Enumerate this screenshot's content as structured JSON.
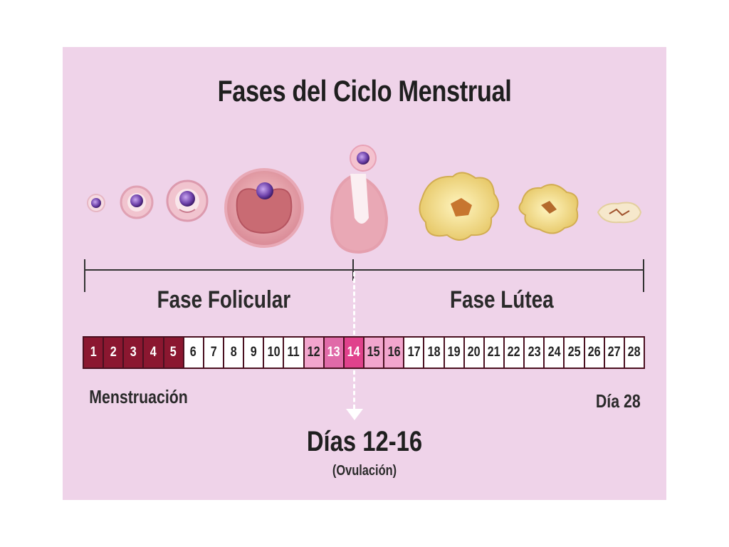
{
  "title": "Fases del Ciclo Menstrual",
  "phases": {
    "follicular": "Fase Folicular",
    "luteal": "Fase Lútea"
  },
  "days": [
    "1",
    "2",
    "3",
    "4",
    "5",
    "6",
    "7",
    "8",
    "9",
    "10",
    "11",
    "12",
    "13",
    "14",
    "15",
    "16",
    "17",
    "18",
    "19",
    "20",
    "21",
    "22",
    "23",
    "24",
    "25",
    "26",
    "27",
    "28"
  ],
  "labels": {
    "menstruation": "Menstruación",
    "last_day": "Día 28",
    "ovulation_days": "Días 12-16",
    "ovulation": "(Ovulación)"
  },
  "colors": {
    "menstruation": "#8b1730",
    "fertile": "#f2a5cd",
    "ovulation": "#e0428c",
    "background": "#efd3e9"
  }
}
